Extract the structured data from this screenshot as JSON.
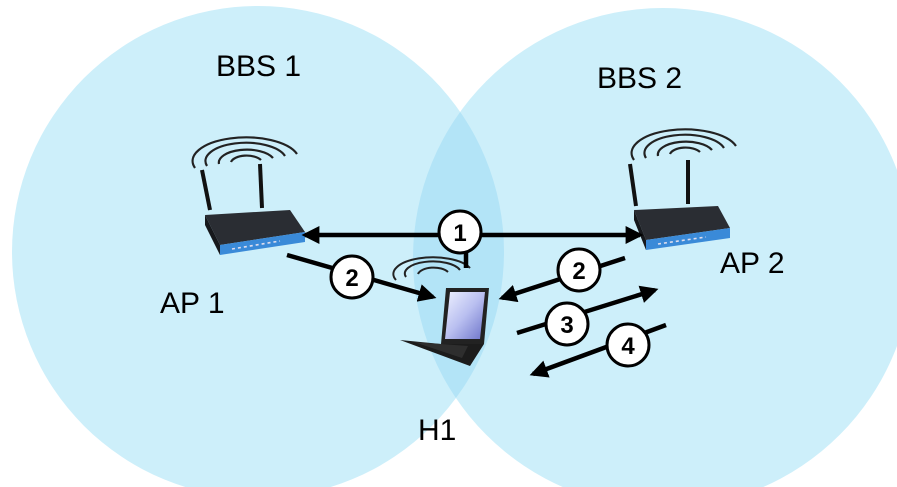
{
  "labels": {
    "bbs1": "BBS 1",
    "bbs2": "BBS 2",
    "ap1": "AP 1",
    "ap2": "AP 2",
    "host": "H1"
  },
  "steps": {
    "step1": "1",
    "step2_ap1": "2",
    "step2_ap2": "2",
    "step3": "3",
    "step4": "4"
  },
  "colors": {
    "coverage": "#cdeffa",
    "overlap": "#b3e4f7",
    "arrow": "#000000"
  },
  "icons": {
    "ap1": "wireless-router-icon",
    "ap2": "wireless-router-icon",
    "host": "laptop-icon"
  }
}
